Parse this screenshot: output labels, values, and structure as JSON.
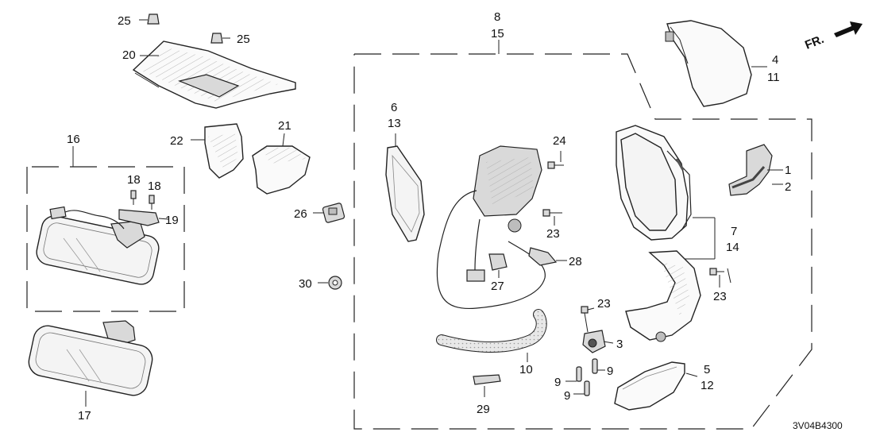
{
  "diagram": {
    "direction_label": "FR.",
    "figure_code": "3V04B4300",
    "callouts": {
      "c1": "1",
      "c2": "2",
      "c3": "3",
      "c4": "4",
      "c5": "5",
      "c6": "6",
      "c7": "7",
      "c8": "8",
      "c9a": "9",
      "c9b": "9",
      "c9c": "9",
      "c10": "10",
      "c11": "11",
      "c12": "12",
      "c13": "13",
      "c14": "14",
      "c15": "15",
      "c16": "16",
      "c17": "17",
      "c18a": "18",
      "c18b": "18",
      "c19": "19",
      "c20": "20",
      "c21": "21",
      "c22": "22",
      "c23a": "23",
      "c23b": "23",
      "c23c": "23",
      "c24": "24",
      "c25a": "25",
      "c25b": "25",
      "c26": "26",
      "c27": "27",
      "c28": "28",
      "c29": "29",
      "c30": "30"
    }
  }
}
